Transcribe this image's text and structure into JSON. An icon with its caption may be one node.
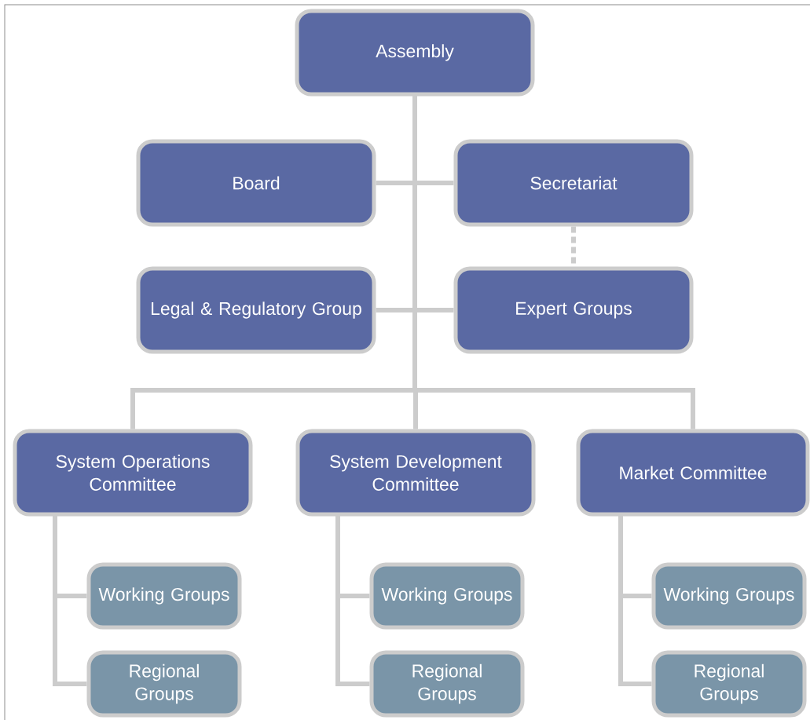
{
  "diagram": {
    "nodes": [
      {
        "text": [
          "Assembly"
        ]
      },
      {
        "text": [
          "Board"
        ]
      },
      {
        "text": [
          "Secretariat"
        ]
      },
      {
        "text": [
          "Legal & Regulatory Group"
        ]
      },
      {
        "text": [
          "Expert Groups"
        ]
      },
      {
        "text": [
          "System Operations Committee"
        ]
      },
      {
        "text": [
          "System Development Committee"
        ]
      },
      {
        "text": [
          "Market Committee"
        ]
      },
      {
        "text": [
          "Working Groups"
        ]
      },
      {
        "text": [
          "Regional Groups"
        ]
      },
      {
        "text": [
          "Working Groups"
        ]
      },
      {
        "text": [
          "Regional Groups"
        ]
      },
      {
        "text": [
          "Working Groups"
        ]
      },
      {
        "text": [
          "Regional Groups"
        ]
      }
    ],
    "edges": [
      {
        "from": 0,
        "to": 1,
        "arrow": "none"
      },
      {
        "from": 0,
        "to": 2,
        "arrow": "none"
      },
      {
        "from": 2,
        "to": 4,
        "arrow": "none",
        "style": "dashed"
      },
      {
        "from": 0,
        "to": 3,
        "arrow": "none"
      },
      {
        "from": 0,
        "to": 4,
        "arrow": "none"
      },
      {
        "from": 0,
        "to": 5,
        "arrow": "none"
      },
      {
        "from": 0,
        "to": 6,
        "arrow": "none"
      },
      {
        "from": 0,
        "to": 7,
        "arrow": "none"
      },
      {
        "from": 5,
        "to": 8,
        "arrow": "none"
      },
      {
        "from": 5,
        "to": 9,
        "arrow": "none"
      },
      {
        "from": 6,
        "to": 10,
        "arrow": "none"
      },
      {
        "from": 6,
        "to": 11,
        "arrow": "none"
      },
      {
        "from": 7,
        "to": 12,
        "arrow": "none"
      },
      {
        "from": 7,
        "to": 13,
        "arrow": "none"
      }
    ]
  }
}
